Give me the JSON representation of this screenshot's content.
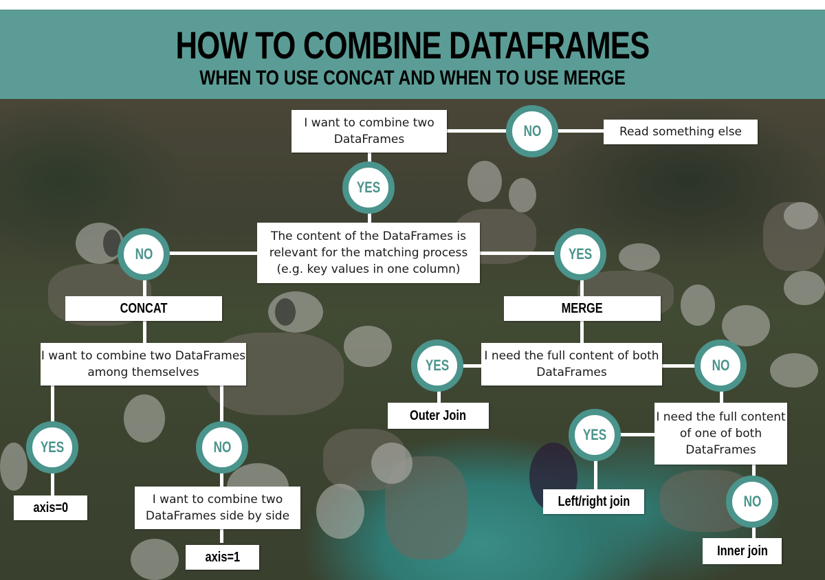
{
  "header": {
    "title": "HOW TO COMBINE DATAFRAMES",
    "subtitle": "WHEN TO USE CONCAT AND WHEN TO USE MERGE"
  },
  "colors": {
    "header_bg": "#5b9d96",
    "circle_accent": "#4a948c",
    "box_bg": "#ffffff"
  },
  "nodes": {
    "start": "I want to combine two DataFrames",
    "start_no_result": "Read something else",
    "content_relevant": "The content of the DataFrames is relevant for the matching process (e.g. key values in one column)",
    "concat": "CONCAT",
    "merge": "MERGE",
    "among_themselves": "I want to combine two DataFrames among themselves",
    "axis0": "axis=0",
    "side_by_side": "I want to combine two DataFrames side by side",
    "axis1": "axis=1",
    "full_both": "I need the full content of both DataFrames",
    "outer_join": "Outer Join",
    "full_one": "I need the full content of one of both DataFrames",
    "left_right_join": "Left/right join",
    "inner_join": "Inner join"
  },
  "decisions": {
    "start_no": "NO",
    "start_yes": "YES",
    "content_no": "NO",
    "content_yes": "YES",
    "among_yes": "YES",
    "among_no": "NO",
    "full_both_yes": "YES",
    "full_both_no": "NO",
    "full_one_yes": "YES",
    "full_one_no": "NO"
  }
}
